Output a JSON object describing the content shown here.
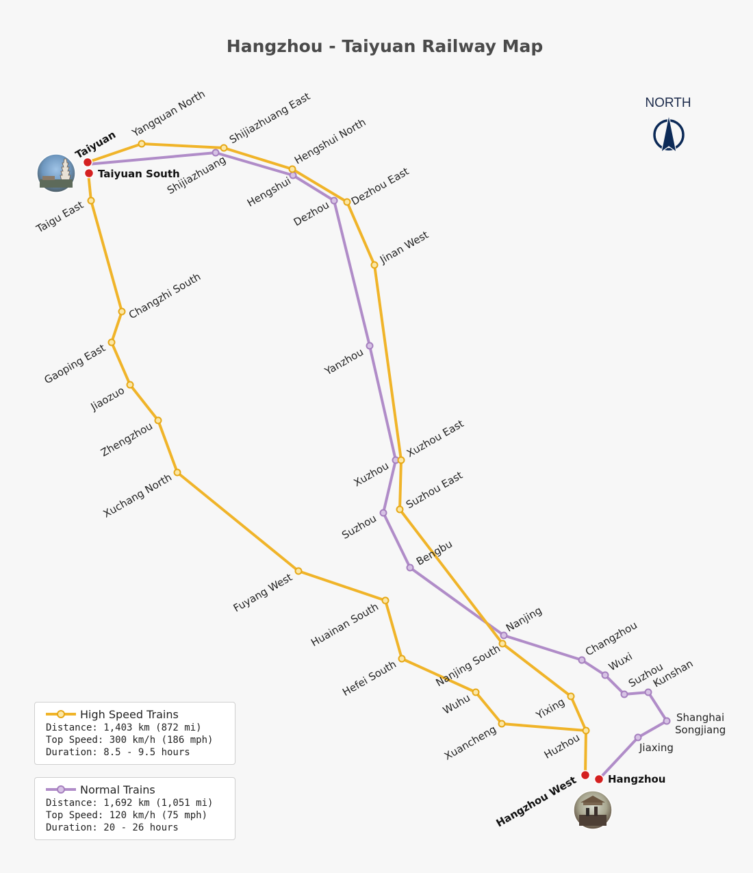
{
  "title": "Hangzhou - Taiyuan Railway Map",
  "north_label": "NORTH",
  "colors": {
    "high_speed": "#f0b429",
    "normal": "#b08cc8",
    "terminal": "#d42020",
    "compass": "#0c2a57"
  },
  "high_speed": {
    "legend_title": "High Speed Trains",
    "distance": "Distance: 1,403 km (872 mi)",
    "top_speed": "Top Speed: 300 km/h (186 mph)",
    "duration": "Duration: 8.5 - 9.5 hours",
    "stations": [
      "Taiyuan",
      "Yangquan North",
      "Shijiazhuang East",
      "Hengshui North",
      "Dezhou East",
      "Jinan West",
      "Xuzhou East",
      "Suzhou East",
      "Nanjing South",
      "Yixing",
      "Huzhou",
      "Hangzhou West"
    ]
  },
  "normal": {
    "legend_title": "Normal Trains",
    "distance": "Distance: 1,692 km (1,051 mi)",
    "top_speed": "Top Speed: 120 km/h (75 mph)",
    "duration": "Duration: 20 - 26 hours",
    "stations": [
      "Taiyuan",
      "Shijiazhuang",
      "Hengshui",
      "Dezhou",
      "Yanzhou",
      "Xuzhou",
      "Suzhou",
      "Bengbu",
      "Nanjing",
      "Changzhou",
      "Wuxi",
      "Suzhou",
      "Kunshan",
      "Shanghai Songjiang",
      "Jiaxing",
      "Hangzhou"
    ]
  },
  "south_route": {
    "stations": [
      "Taiyuan South",
      "Taigu East",
      "Changzhi South",
      "Gaoping East",
      "Jiaozuo",
      "Zhengzhou",
      "Xuchang North",
      "Fuyang West",
      "Huainan South",
      "Hefei South",
      "Wuhu",
      "Xuancheng",
      "Huzhou"
    ]
  },
  "labels": {
    "taiyuan": "Taiyuan",
    "taiyuan_south": "Taiyuan South",
    "hangzhou": "Hangzhou",
    "hangzhou_west": "Hangzhou West",
    "yangquan_north": "Yangquan North",
    "shijiazhuang_east": "Shijiazhuang East",
    "shijiazhuang": "Shijiazhuang",
    "hengshui_north": "Hengshui North",
    "hengshui": "Hengshui",
    "dezhou_east": "Dezhou East",
    "dezhou": "Dezhou",
    "jinan_west": "Jinan West",
    "yanzhou": "Yanzhou",
    "xuzhou_east": "Xuzhou East",
    "xuzhou": "Xuzhou",
    "suzhou_east": "Suzhou East",
    "suzhou_anhui": "Suzhou",
    "bengbu": "Bengbu",
    "nanjing": "Nanjing",
    "nanjing_south": "Nanjing South",
    "changzhou": "Changzhou",
    "wuxi": "Wuxi",
    "suzhou_js": "Suzhou",
    "kunshan": "Kunshan",
    "shanghai_songjiang_1": "Shanghai",
    "shanghai_songjiang_2": "Songjiang",
    "jiaxing": "Jiaxing",
    "yixing": "Yixing",
    "huzhou": "Huzhou",
    "taigu_east": "Taigu East",
    "changzhi_south": "Changzhi South",
    "gaoping_east": "Gaoping East",
    "jiaozuo": "Jiaozuo",
    "zhengzhou": "Zhengzhou",
    "xuchang_north": "Xuchang North",
    "fuyang_west": "Fuyang West",
    "huainan_south": "Huainan South",
    "hefei_south": "Hefei South",
    "wuhu": "Wuhu",
    "xuancheng": "Xuancheng"
  }
}
